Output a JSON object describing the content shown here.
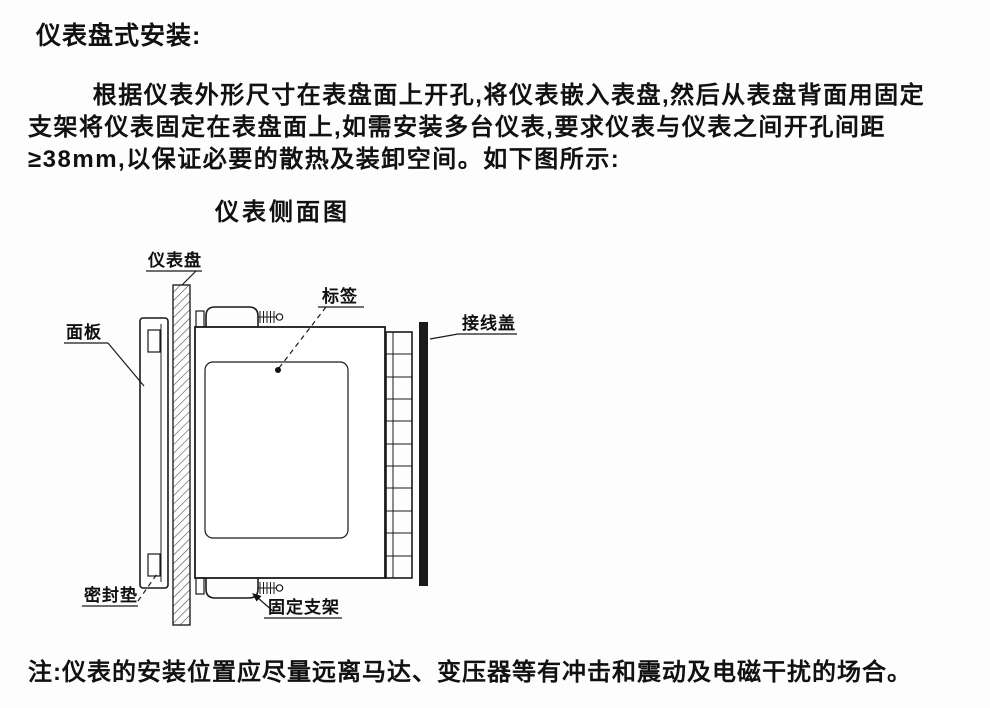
{
  "page": {
    "title": "仪表盘式安装:",
    "paragraph": "根据仪表外形尺寸在表盘面上开孔,将仪表嵌入表盘,然后从表盘背面用固定支架将仪表固定在表盘面上,如需安装多台仪表,要求仪表与仪表之间开孔间距≥38mm,以保证必要的散热及装卸空间。如下图所示:",
    "note": "注:仪表的安装位置应尽量远离马达、变压器等有冲击和震动及电磁干扰的场合。"
  },
  "diagram": {
    "title": "仪表侧面图",
    "labels": {
      "panel": "仪表盘",
      "bezel": "面板",
      "tag": "标签",
      "terminal_cover": "接线盖",
      "gasket": "密封垫",
      "bracket": "固定支架"
    },
    "line_color": "#1a1a1a"
  }
}
